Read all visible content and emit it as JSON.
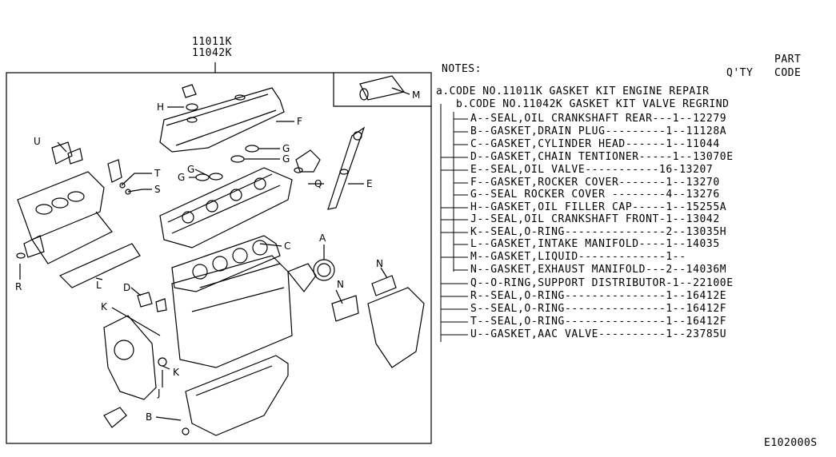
{
  "kit_codes": [
    "11011K",
    "11042K"
  ],
  "notes_title": "NOTES:",
  "col_qty": "Q'TY",
  "col_part": "PART",
  "col_code": "CODE",
  "kit_a": "a.CODE NO.11011K GASKET KIT ENGINE REPAIR",
  "kit_b": "b.CODE NO.11042K GASKET KIT VALVE REGRIND",
  "parts": [
    {
      "text": "A--SEAL,OIL CRANKSHAFT REAR---1--12279"
    },
    {
      "text": "B--GASKET,DRAIN PLUG---------1--11128A"
    },
    {
      "text": "C--GASKET,CYLINDER HEAD------1--11044"
    },
    {
      "text": "D--GASKET,CHAIN TENTIONER-----1--13070E"
    },
    {
      "text": "E--SEAL,OIL VALVE-----------16-13207"
    },
    {
      "text": "F--GASKET,ROCKER COVER-------1--13270"
    },
    {
      "text": "G--SEAL ROCKER COVER --------4--13276"
    },
    {
      "text": "H--GASKET,OIL FILLER CAP-----1--15255A"
    },
    {
      "text": "J--SEAL,OIL CRANKSHAFT FRONT-1--13042"
    },
    {
      "text": "K--SEAL,O-RING---------------2--13035H"
    },
    {
      "text": "L--GASKET,INTAKE MANIFOLD----1--14035"
    },
    {
      "text": "M--GASKET,LIQUID-------------1--"
    },
    {
      "text": "N--GASKET,EXHAUST MANIFOLD---2--14036M"
    },
    {
      "text": "Q--O-RING,SUPPORT DISTRIBUTOR-1--22100E"
    },
    {
      "text": "R--SEAL,O-RING---------------1--16412E"
    },
    {
      "text": "S--SEAL,O-RING---------------1--16412F"
    },
    {
      "text": "T--SEAL,O-RING---------------1--16412F"
    },
    {
      "text": "U--GASKET,AAC VALVE----------1--23785U"
    }
  ],
  "callouts": {
    "H": "H",
    "F": "F",
    "G1": "G",
    "G2": "G",
    "G3": "G",
    "G4": "G",
    "U": "U",
    "T": "T",
    "S": "S",
    "Q": "Q",
    "E": "E",
    "C": "C",
    "A": "A",
    "N1": "N",
    "N2": "N",
    "D": "D",
    "R": "R",
    "L": "L",
    "K1": "K",
    "K2": "K",
    "J": "J",
    "B": "B",
    "M": "M"
  },
  "figure_code": "E102000S"
}
